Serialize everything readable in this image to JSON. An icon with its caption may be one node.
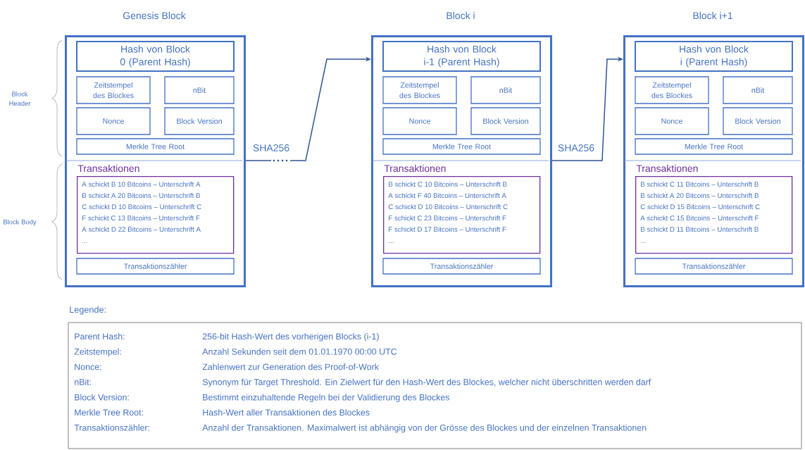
{
  "diagram": {
    "nodes": [
      {
        "text": [
          "Genesis Block"
        ]
      },
      {
        "text": [
          "Hash von Block 0 (Parent Hash)"
        ],
        "in": 0
      },
      {
        "text": [
          "Zeitstempel des Blockes"
        ],
        "in": 0
      },
      {
        "text": [
          "nBit"
        ],
        "in": 0
      },
      {
        "text": [
          "Nonce"
        ],
        "in": 0
      },
      {
        "text": [
          "Block Version"
        ],
        "in": 0
      },
      {
        "text": [
          "Merkle Tree Root"
        ],
        "in": 0
      },
      {
        "text": [
          "Transaktionen",
          "A schickt B 10 Bitcoins – Unterschrift A",
          "B schickt A 20 Bitcoins – Unterschrift B",
          "C schickt D 10 Bitcoins – Unterschrift C",
          "F schickt C 13 Bitcoins – Unterschrift F",
          "A schickt D 22 Bitcoins – Unterschrift A",
          "..."
        ],
        "in": 0
      },
      {
        "text": [
          "Transaktionszähler"
        ],
        "in": 0
      },
      {
        "text": [
          "Block i"
        ]
      },
      {
        "text": [
          "Hash von Block i-1 (Parent Hash)"
        ],
        "in": 9
      },
      {
        "text": [
          "Zeitstempel des Blockes"
        ],
        "in": 9
      },
      {
        "text": [
          "nBit"
        ],
        "in": 9
      },
      {
        "text": [
          "Nonce"
        ],
        "in": 9
      },
      {
        "text": [
          "Block Version"
        ],
        "in": 9
      },
      {
        "text": [
          "Merkle Tree Root"
        ],
        "in": 9
      },
      {
        "text": [
          "Transaktionen",
          "B schickt C 10 Bitcoins – Unterschrift B",
          "A schickt F 40 Bitcoins – Unterschrift A",
          "C schickt D 10 Bitcoins – Unterschrift C",
          "F schickt C 23 Bitcoins – Unterschrift F",
          "F schickt D 17 Bitcoins – Unterschrift F",
          "..."
        ],
        "in": 9
      },
      {
        "text": [
          "Transaktionszähler"
        ],
        "in": 9
      },
      {
        "text": [
          "Block i+1"
        ]
      },
      {
        "text": [
          "Hash von Block i (Parent Hash)"
        ],
        "in": 18
      },
      {
        "text": [
          "Zeitstempel des Blockes"
        ],
        "in": 18
      },
      {
        "text": [
          "nBit"
        ],
        "in": 18
      },
      {
        "text": [
          "Nonce"
        ],
        "in": 18
      },
      {
        "text": [
          "Block Version"
        ],
        "in": 18
      },
      {
        "text": [
          "Merkle Tree Root"
        ],
        "in": 18
      },
      {
        "text": [
          "Transaktionen",
          "B schickt C 11 Bitcoins – Unterschrift B",
          "B schickt A 20 Bitcoins – Unterschrift B",
          "C schickt D 15 Bitcoins – Unterschrift C",
          "A schickt C 15 Bitcoins – Unterschrift F",
          "B schickt D 11 Bitcoins – Unterschrift B",
          "..."
        ],
        "in": 18
      },
      {
        "text": [
          "Transaktionszähler"
        ],
        "in": 18
      }
    ],
    "edges": [
      {
        "from": 0,
        "to": 9,
        "arrow": "to",
        "label": "SHA256"
      },
      {
        "from": 9,
        "to": 18,
        "arrow": "to",
        "label": "SHA256"
      }
    ],
    "labels": [
      "Block Header",
      "Block Body",
      "Legende:",
      "Parent Hash:",
      "256-bit Hash-Wert des vorherigen Blocks (i-1)",
      "Zeitstempel:",
      "Anzahl Sekunden seit dem 01.01.1970 00:00 UTC",
      "Nonce:",
      "Zahlenwert zur Generation des Proof-of-Work",
      "nBit:",
      "Synonym für Target Threshold. Ein Zielwert für den Hash-Wert des Blockes, welcher nicht überschritten werden darf",
      "Block Version:",
      "Bestimmt einzuhaltende Regeln bei der Validierung des Blockes",
      "Merkle Tree Root:",
      "Hash-Wert aller Transaktionen des Blockes",
      "Transaktionszähler:",
      "Anzahl der Transaktionen. Maximalwert ist abhängig von der Grösse des Blockes und der einzelnen Transaktionen"
    ]
  }
}
